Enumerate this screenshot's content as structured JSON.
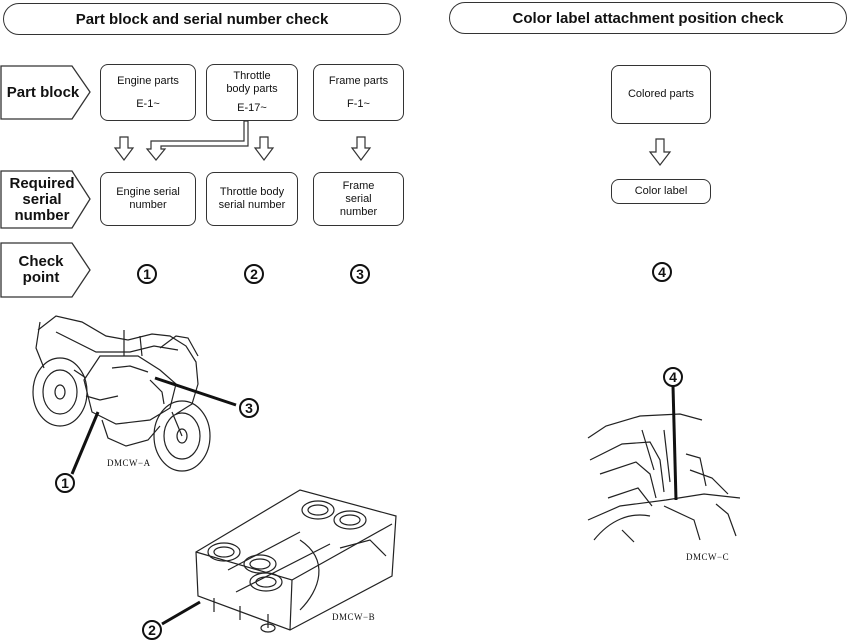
{
  "left_title": "Part block and serial number check",
  "right_title": "Color label attachment position check",
  "rows": {
    "part_block": "Part block",
    "required_serial": "Required serial number",
    "check_point": "Check point"
  },
  "part_blocks": [
    {
      "name": "Engine parts",
      "code": "E-1~"
    },
    {
      "name": "Throttle body parts",
      "code": "E-17~"
    },
    {
      "name": "Frame parts",
      "code": "F-1~"
    }
  ],
  "serial_numbers": [
    "Engine serial number",
    "Throttle body serial number",
    "Frame serial number"
  ],
  "check_points": [
    "1",
    "2",
    "3"
  ],
  "color": {
    "parts": "Colored parts",
    "label": "Color label",
    "check_point": "4"
  },
  "illustrations": {
    "motorcycle_code": "DMCW−A",
    "throttle_code": "DMCW−B",
    "seat_code": "DMCW−C",
    "callouts": [
      "1",
      "2",
      "3",
      "4"
    ]
  }
}
